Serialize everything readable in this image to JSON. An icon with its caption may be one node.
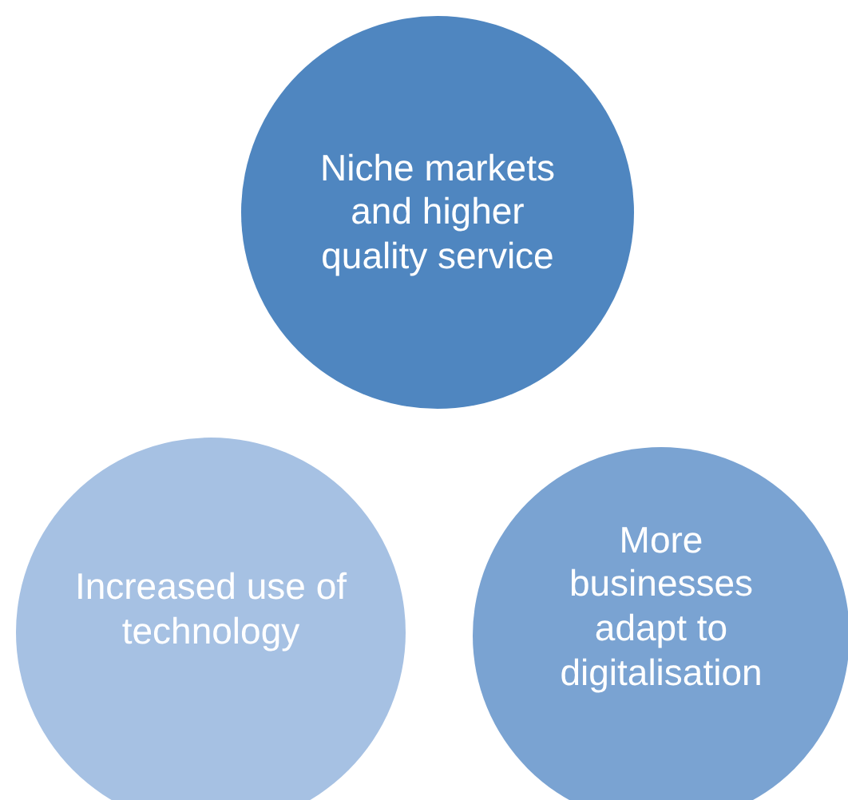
{
  "diagram": {
    "nodes": [
      {
        "text": [
          "Niche markets and higher quality service"
        ]
      },
      {
        "text": [
          "Increased use of technology"
        ]
      },
      {
        "text": [
          "More businesses adapt to digitalisation"
        ]
      }
    ]
  }
}
